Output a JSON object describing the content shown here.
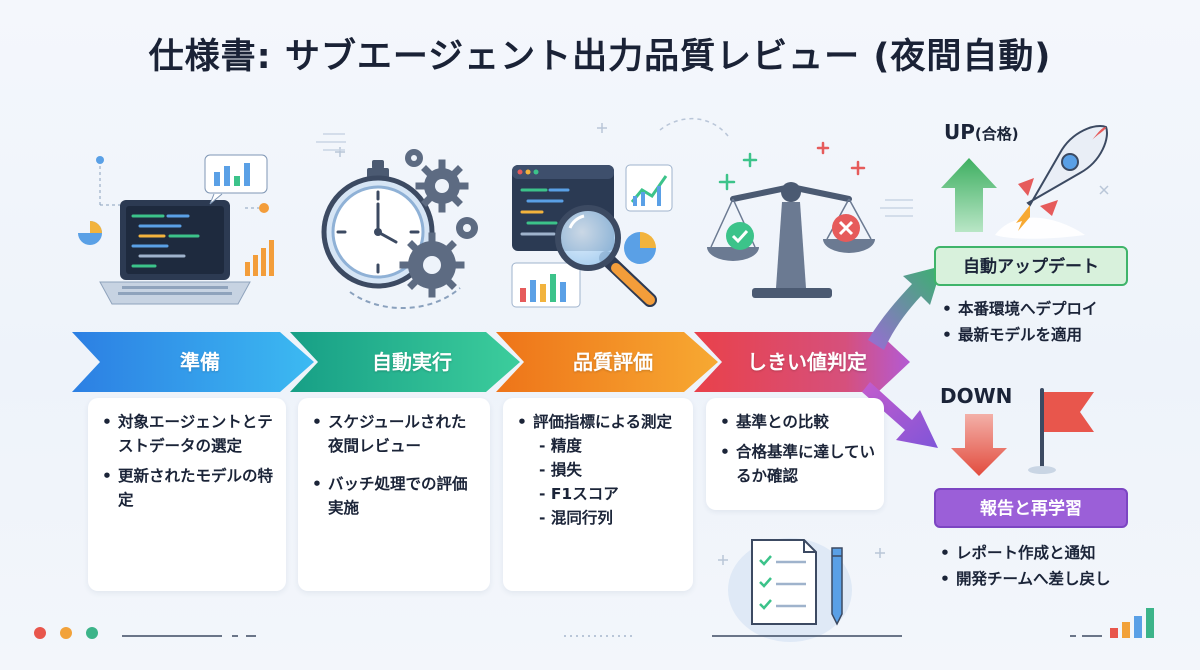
{
  "title": "仕様書: サブエージェント出力品質レビュー (夜間自動)",
  "steps": [
    {
      "label": "準備",
      "icon": "laptop-icon",
      "color_start": "#2f8be9",
      "color_end": "#37b7f0",
      "items": [
        "対象エージェントとテストデータの選定",
        "更新されたモデルの特定"
      ]
    },
    {
      "label": "自動実行",
      "icon": "stopwatch-gears-icon",
      "color_start": "#1fae8d",
      "color_end": "#35c9a0",
      "items": [
        "スケジュールされた夜間レビュー",
        "バッチ処理での評価実施"
      ]
    },
    {
      "label": "品質評価",
      "icon": "magnifier-dashboard-icon",
      "color_start": "#f07d1a",
      "color_end": "#f6a22f",
      "items": [
        "評価指標による測定"
      ],
      "sub_items": [
        "- 精度",
        "- 損失",
        "- F1スコア",
        "- 混同行列"
      ]
    },
    {
      "label": "しきい値判定",
      "icon": "balance-scale-icon",
      "color_start": "#e8484a",
      "color_end": "#b854d4",
      "items": [
        "基準との比較",
        "合格基準に達しているか確認"
      ]
    }
  ],
  "outcomes": {
    "up": {
      "direction": "UP",
      "direction_note": "(合格)",
      "pill": "自動アップデート",
      "items": [
        "本番環境へデプロイ",
        "最新モデルを適用"
      ],
      "color": "#3db468"
    },
    "down": {
      "direction": "DOWN",
      "pill": "報告と再学習",
      "items": [
        "レポート作成と通知",
        "開発チームへ差し戻し"
      ],
      "color": "#9b59d6"
    }
  },
  "colors": {
    "blue": "#2f8be9",
    "green": "#1fae8d",
    "orange": "#f07d1a",
    "red": "#e8484a",
    "purple": "#9b59d6"
  }
}
